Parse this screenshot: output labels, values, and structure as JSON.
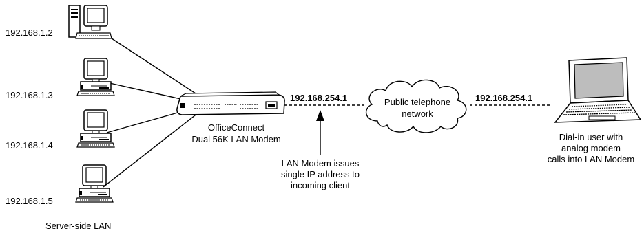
{
  "lan_hosts": [
    {
      "ip": "192.168.1.2"
    },
    {
      "ip": "192.168.1.3"
    },
    {
      "ip": "192.168.1.4"
    },
    {
      "ip": "192.168.1.5"
    }
  ],
  "lan_caption": "Server-side LAN",
  "modem": {
    "label_line1": "OfficeConnect",
    "label_line2": "Dual 56K LAN Modem",
    "ip": "192.168.254.1"
  },
  "note": {
    "line1": "LAN Modem issues",
    "line2": "single IP address to",
    "line3": "incoming client"
  },
  "cloud": {
    "line1": "Public telephone",
    "line2": "network"
  },
  "client": {
    "ip": "192.168.254.1",
    "line1": "Dial-in user with",
    "line2": "analog modem",
    "line3": "calls into LAN Modem"
  }
}
